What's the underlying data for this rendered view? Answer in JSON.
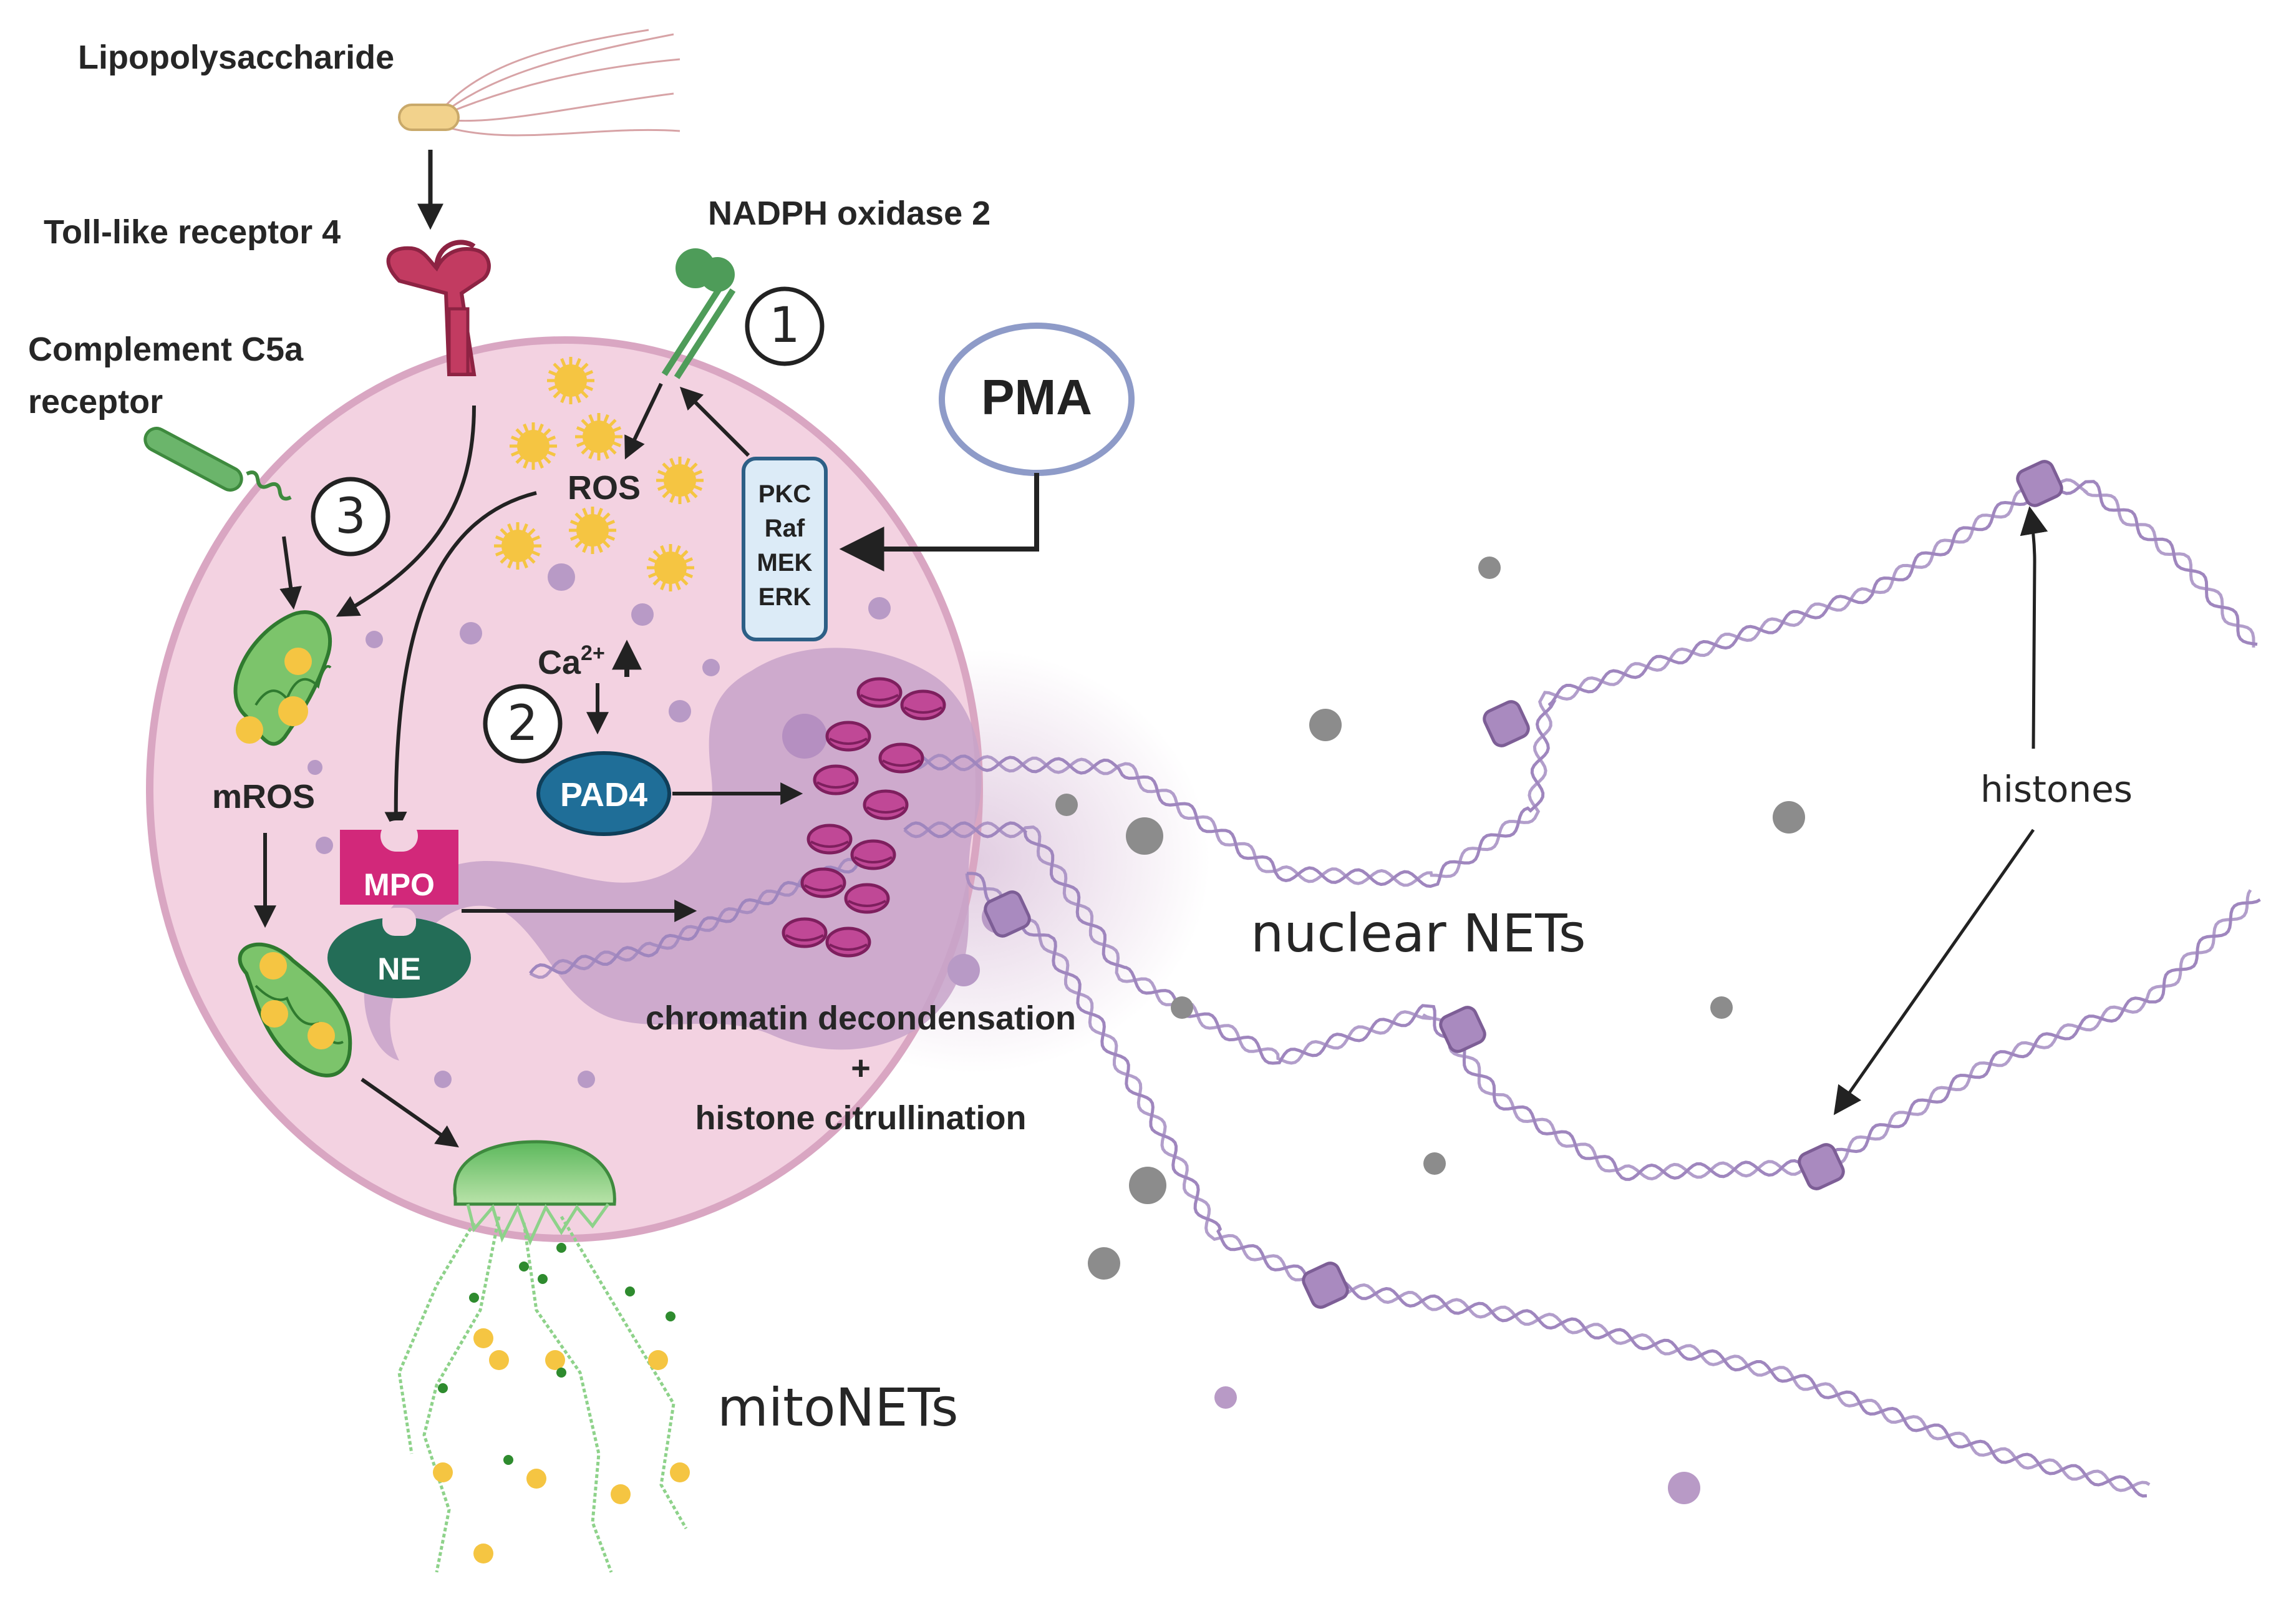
{
  "labels": {
    "lipopolysaccharide": "Lipopolysaccharide",
    "tlr4": "Toll-like receptor 4",
    "nadph": "NADPH oxidase 2",
    "c5a_line1": "Complement C5a",
    "c5a_line2": "receptor",
    "pma": "PMA",
    "ros": "ROS",
    "kinase_pkc": "PKC",
    "kinase_raf": "Raf",
    "kinase_mek": "MEK",
    "kinase_erk": "ERK",
    "calcium": "Ca",
    "calcium_charge": "2+",
    "pad4": "PAD4",
    "mros": "mROS",
    "mpo": "MPO",
    "ne": "NE",
    "chromatin_line1": "chromatin decondensation",
    "chromatin_plus": "+",
    "chromatin_line2": "histone citrullination",
    "nuclear_nets": "nuclear NETs",
    "histones": "histones",
    "mitonets": "mitoNETs"
  },
  "steps": {
    "one": "1",
    "two": "2",
    "three": "3"
  },
  "colors": {
    "cell_fill": "#F3D2E1",
    "cell_border": "#D9A6C2",
    "nucleus": "#C7A3C9",
    "dna": "#9F86BE",
    "mitochondria": "#7CC46B",
    "ros_particle": "#F5C542",
    "tlr4": "#C23B61",
    "nadph": "#4E9C59",
    "pma_border": "#8E9BC8",
    "kinase_box": "#DCEBF7",
    "pad4": "#1F6E98",
    "mpo": "#D2287A",
    "ne": "#236D57",
    "histone": "#9A6EA8",
    "granule": "#8C8C8C"
  }
}
